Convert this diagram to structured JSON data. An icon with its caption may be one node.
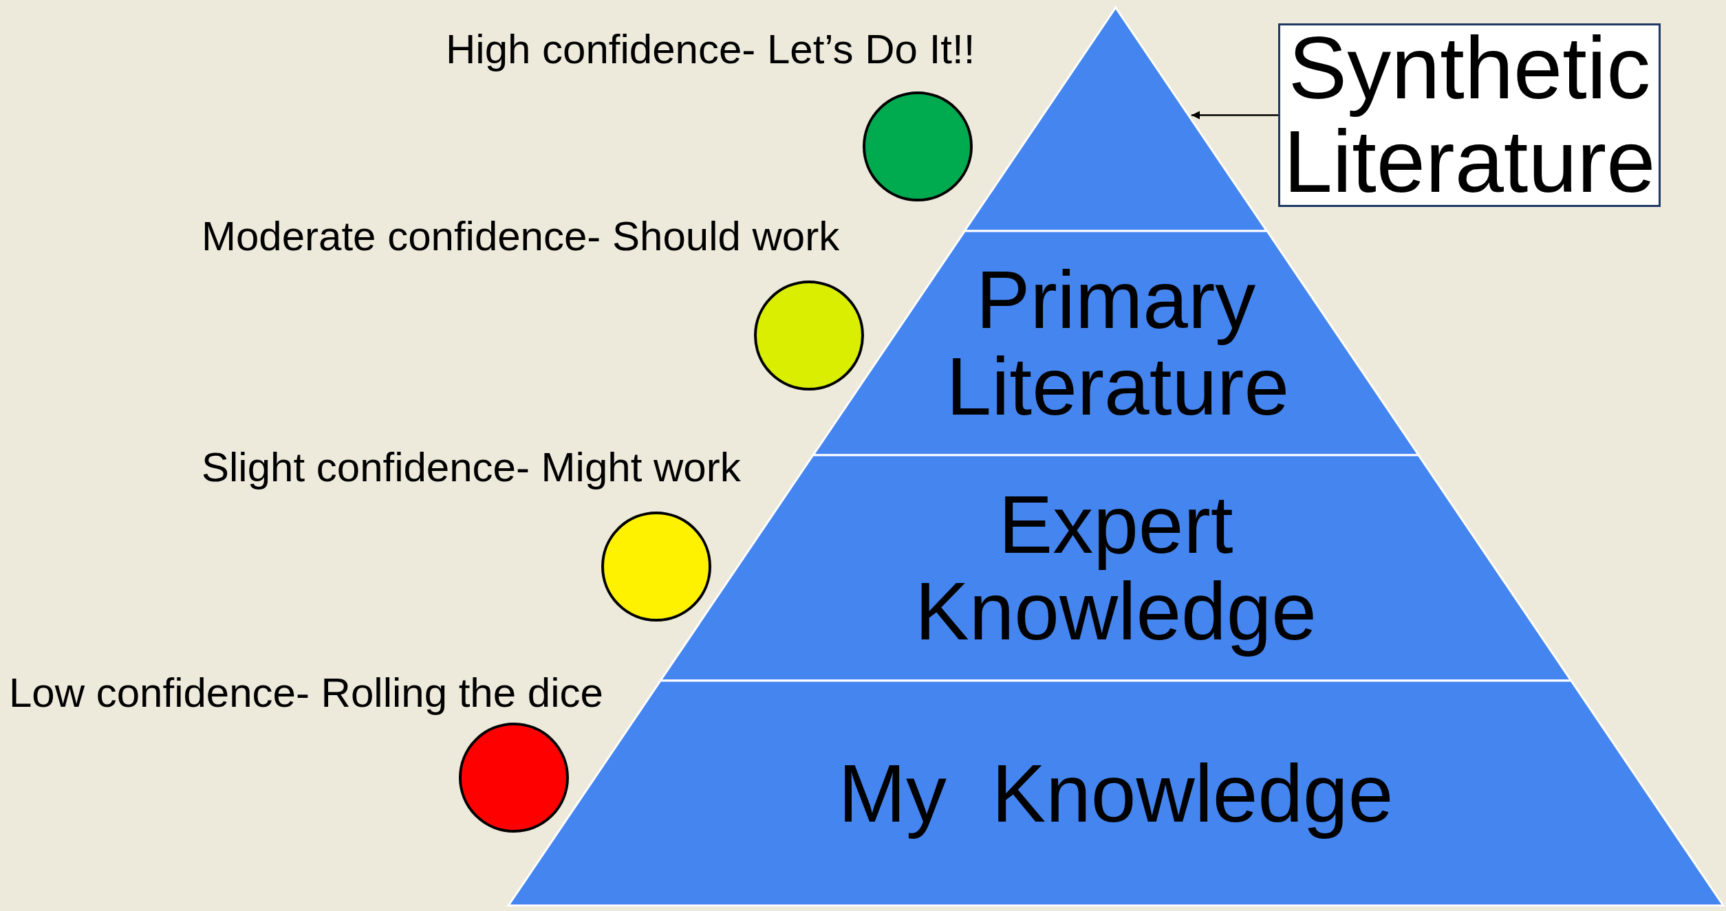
{
  "diagram": {
    "nodes": [
      {
        "text": [],
        "shape": "triangle"
      },
      {
        "text": [
          "Primary Literature"
        ]
      },
      {
        "text": [
          "Expert Knowledge"
        ]
      },
      {
        "text": [
          "My  Knowledge"
        ]
      },
      {
        "text": [
          "Synthetic Literature"
        ]
      }
    ],
    "edges": [
      {
        "from": 4,
        "to": 0,
        "arrow": "to"
      }
    ],
    "labels": [
      "High confidence- Let’s Do It!!",
      "Moderate confidence- Should work",
      "Slight confidence- Might work",
      "Low confidence- Rolling the dice"
    ]
  }
}
